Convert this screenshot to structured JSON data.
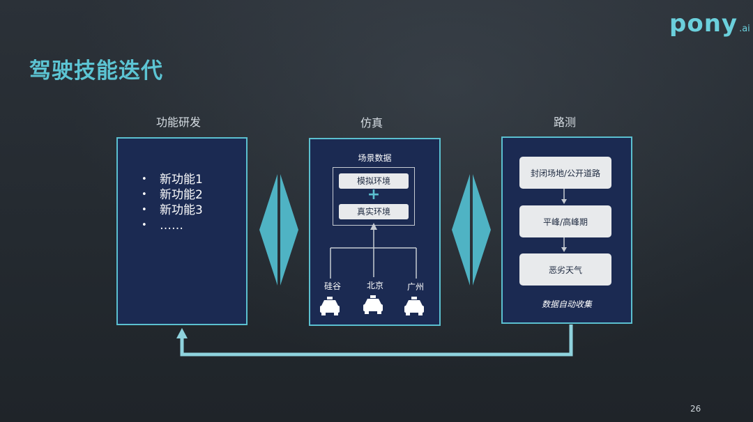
{
  "slide": {
    "title": "驾驶技能迭代",
    "page_number": "26",
    "logo": {
      "main": "pony",
      "suffix": ".ai"
    }
  },
  "columns": {
    "dev": {
      "title": "功能研发",
      "bullet_symbol": "•",
      "items": [
        "新功能1",
        "新功能2",
        "新功能3",
        "……"
      ]
    },
    "sim": {
      "title": "仿真",
      "subtitle": "场景数据",
      "env_sim": "模拟环境",
      "plus": "+",
      "env_real": "真实环境",
      "cities": [
        "硅谷",
        "北京",
        "广州"
      ]
    },
    "road": {
      "title": "路测",
      "stages": [
        "封闭场地/公开道路",
        "平峰/高峰期",
        "恶劣天气"
      ],
      "footer": "数据自动收集"
    }
  },
  "colors": {
    "accent": "#5bc0d0",
    "box_fill": "#1b2a52",
    "title": "#5cc4d3"
  }
}
